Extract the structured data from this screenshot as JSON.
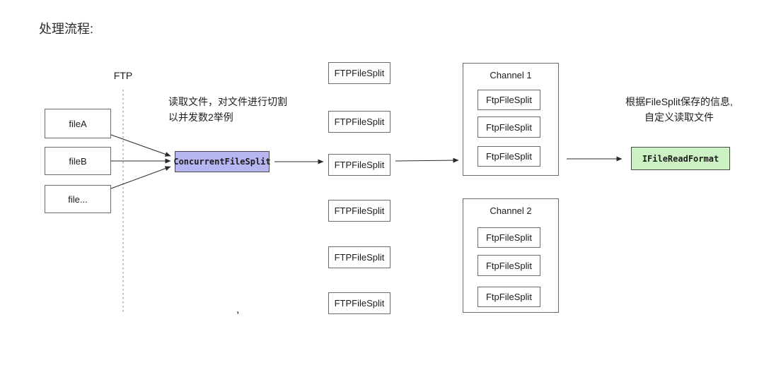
{
  "title": "处理流程:",
  "ftp": {
    "label": "FTP"
  },
  "source_files": {
    "items": [
      "fileA",
      "fileB",
      "file..."
    ]
  },
  "split_note": {
    "line1": "读取文件，对文件进行切割",
    "line2": "以并发数2举例"
  },
  "concurrent_split": {
    "label": "ConcurrentFileSplit",
    "fill": "#b8b6f0",
    "border": "#4a4a4a"
  },
  "file_splits": {
    "items": [
      "FTPFileSplit",
      "FTPFileSplit",
      "FTPFileSplit",
      "FTPFileSplit",
      "FTPFileSplit",
      "FTPFileSplit"
    ]
  },
  "channels": [
    {
      "title": "Channel 1",
      "items": [
        "FtpFileSplit",
        "FtpFileSplit",
        "FtpFileSplit"
      ]
    },
    {
      "title": "Channel 2",
      "items": [
        "FtpFileSplit",
        "FtpFileSplit",
        "FtpFileSplit"
      ]
    }
  ],
  "read_note": {
    "line1": "根据FileSplit保存的信息,",
    "line2": "自定义读取文件"
  },
  "reader": {
    "label": "IFileReadFormat",
    "fill": "#ccf2c4",
    "border": "#4a4a4a"
  },
  "stray_mark": ",",
  "colors": {
    "arrow": "#2a2a2a",
    "dashed_line": "#9a9a9a",
    "box_border": "#6b6b6b"
  }
}
